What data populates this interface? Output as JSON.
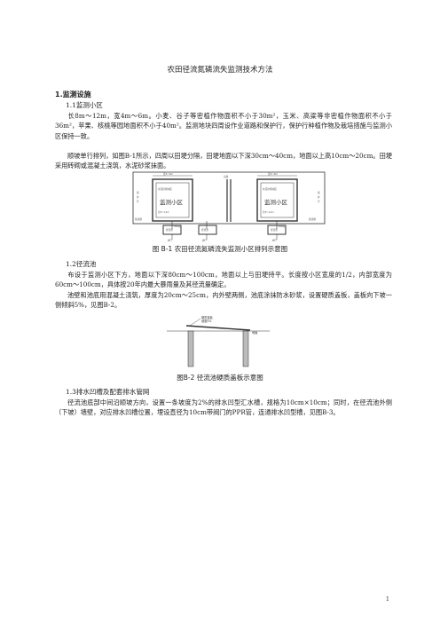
{
  "doc": {
    "title": "农田径流氮磷流失监测技术方法",
    "section1": "1.监测设施",
    "s1_1": "1.1监测小区",
    "p1": "长8m～12m，宽4m～6m。小麦、谷子等密植作物面积不小于30m²，玉米、高粱等非密植作物面积不小于36m²，苹果、核桃等园地面积不小于40m²。监测地块四周设作业道路和保护行，保护行种植作物及栽培措施与监测小区保持一致。",
    "p2": "顺坡单行排列，如图B-1所示，四周以田埂分隔，田埂地面以下深30cm～40cm，地面以上高10cm～20cm。田埂采用砖砌或混凝土浇筑，水泥砂浆抹面。",
    "fig1_caption": "图 B-1 农田径流氮磷流失监测小区排列示意图",
    "fig1": {
      "plot_label": "监测小区",
      "width_label": "宽4～6m",
      "length_label": "长8～12m",
      "area_label": "水泥砂浆抹面",
      "ridge_label": "田埂",
      "side_labels": [
        "保",
        "护",
        "行"
      ],
      "collector_label": "集流槽",
      "pipe_label": "PPR管",
      "pool_label": "径流池",
      "valve_label": "阀门"
    },
    "s1_2": "1.2径流池",
    "p3": "布设于监测小区下方，地面以下深80cm～100cm，地面以上与田埂持平。长度按小区宽度的1/2，内部宽度为60cm～100cm，具体按20年内最大暴雨量及其径流量确定。",
    "p4": "池壁和池底用混凝土浇筑，厚度为20cm～25cm，内外壁两侧，池底涂抹防水砂浆，设置硬质盖板，盖板向下坡一侧倾斜5%，见图B-2。",
    "fig2_caption": "图B-2 径流池硬质盖板示意图",
    "fig2": {
      "cover_label": "硬质盖板",
      "slope_label": "坡度5%",
      "ground_label": "地面"
    },
    "s1_3": "1.3排水凹槽及配套排水管网",
    "p5": "径流池底部中间沿顺坡方向，设置一条坡度为2%的排水凹型汇水槽，规格为10cm×10cm；同时，在径流池外侧（下坡）墙壁，对应排水凹槽位置，埋设直径为10cm带阀门的PPR管，连通排水凹型槽，见图B-3。",
    "page_number": "1"
  }
}
